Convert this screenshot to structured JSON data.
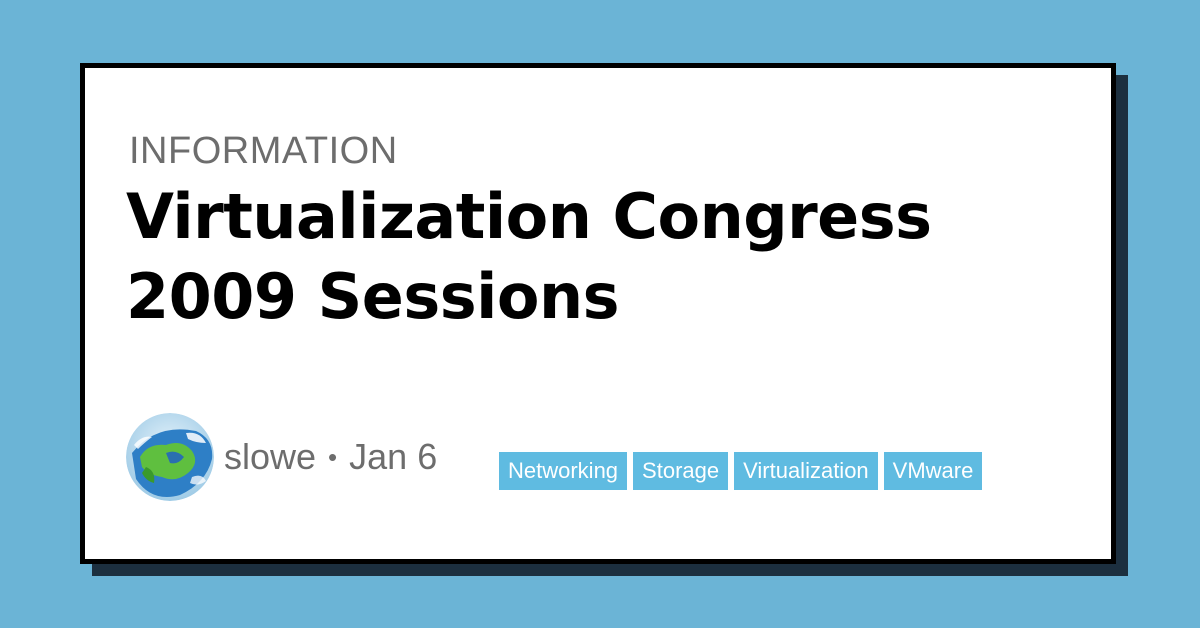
{
  "card": {
    "category": "INFORMATION",
    "title": "Virtualization Congress 2009 Sessions",
    "author": {
      "name": "slowe",
      "separator": "•",
      "date": "Jan 6",
      "avatar_icon": "earth-globe-avatar"
    },
    "tags": [
      "Networking",
      "Storage",
      "Virtualization",
      "VMware"
    ]
  },
  "colors": {
    "background": "#6bb4d6",
    "card_border": "#000000",
    "card_shadow": "#1c2f3f",
    "tag_background": "#5fbbe1",
    "meta_text": "#6d6d6d"
  }
}
